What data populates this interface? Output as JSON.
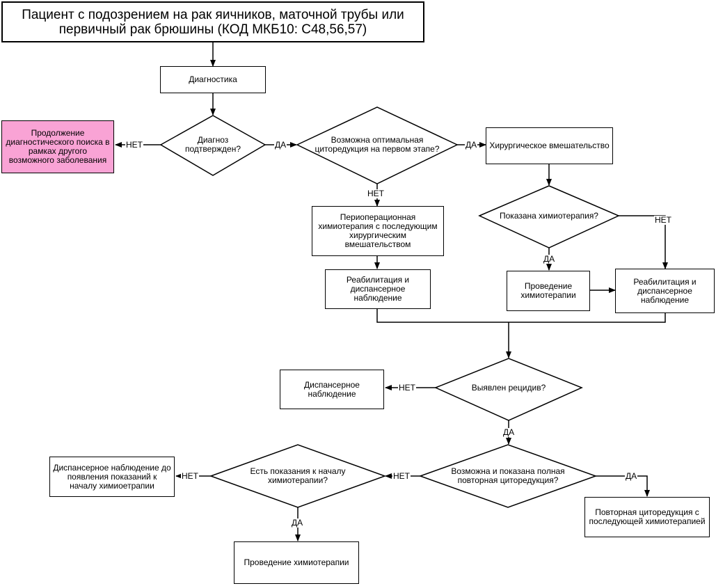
{
  "title": "Пациент с подозрением на рак яичников, маточной трубы или первичный рак брюшины (КОД МКБ10: С48,56,57)",
  "nodes": {
    "diagnostics": "Диагностика",
    "continue_search": "Продолжение диагностического поиска в рамках другого возможного заболевания",
    "diag_confirmed": "Диагноз подтвержден?",
    "optimal_cytoreduction": "Возможна оптимальная циторедукция на первом этапе?",
    "surgery": "Хирургическое вмешательство",
    "periop_chemo": "Периоперационная химиотерапия с последующим хирургическим вмешательством",
    "chemo_indicated": "Показана химиотерапия?",
    "rehab_left": "Реабилитация и диспансерное наблюдение",
    "chemo_conduct_1": "Проведение химиотерапии",
    "rehab_right": "Реабилитация и диспансерное наблюдение",
    "relapse_found": "Выявлен рецидив?",
    "followup": "Диспансерное наблюдение",
    "repeat_possible": "Возможна и показана полная повторная циторедукция?",
    "chemo_start_indications": "Есть показания к началу химиотерапии?",
    "followup_until": "Диспансерное наблюдение до появления показаний к началу химиоетрапии",
    "repeat_cytoreduction": "Повторная циторедукция с последующей химиотерапией",
    "chemo_conduct_2": "Проведение химиотерапии"
  },
  "labels": {
    "yes": "ДА",
    "no": "НЕТ"
  },
  "colors": {
    "pink_fill": "#f9a3d5"
  }
}
